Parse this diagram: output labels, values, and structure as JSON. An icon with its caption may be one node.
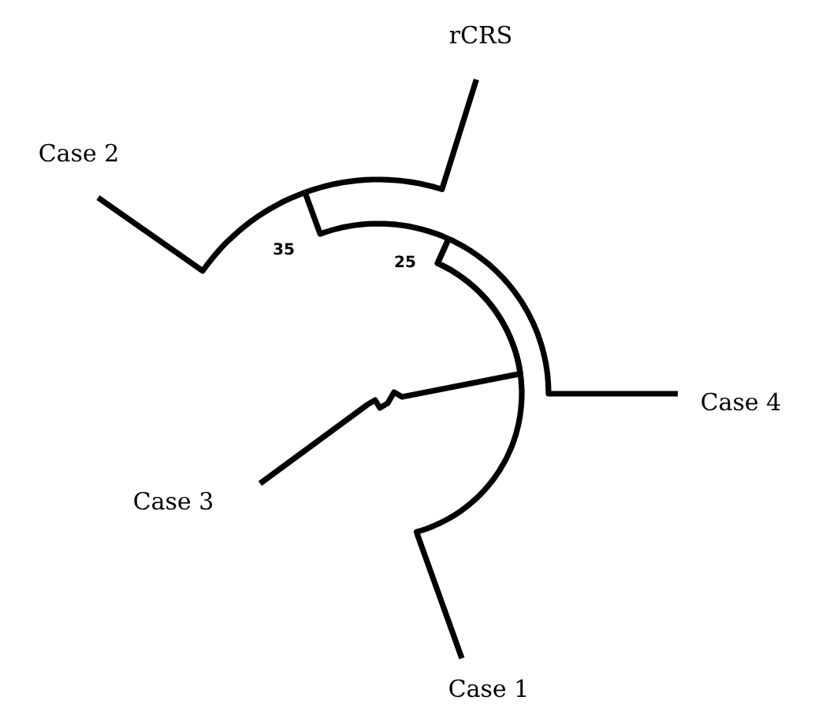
{
  "diagram": {
    "nodes": [
      {
        "text": [
          "rCRS"
        ]
      },
      {
        "text": [
          "Case 2"
        ]
      },
      {
        "text": [
          "35"
        ]
      },
      {
        "text": [
          "25"
        ]
      },
      {
        "text": [
          "Case 4"
        ]
      },
      {
        "text": [
          "Case 3"
        ]
      },
      {
        "text": [
          "Case 1"
        ]
      }
    ],
    "edges": [
      {
        "from": 1,
        "to": 2,
        "arrow": "none"
      },
      {
        "from": 2,
        "to": 0,
        "arrow": "none"
      },
      {
        "from": 2,
        "to": 3,
        "arrow": "none"
      },
      {
        "from": 3,
        "to": 4,
        "arrow": "none"
      },
      {
        "from": 3,
        "to": 5,
        "arrow": "none"
      },
      {
        "from": 3,
        "to": 6,
        "arrow": "none"
      }
    ]
  }
}
